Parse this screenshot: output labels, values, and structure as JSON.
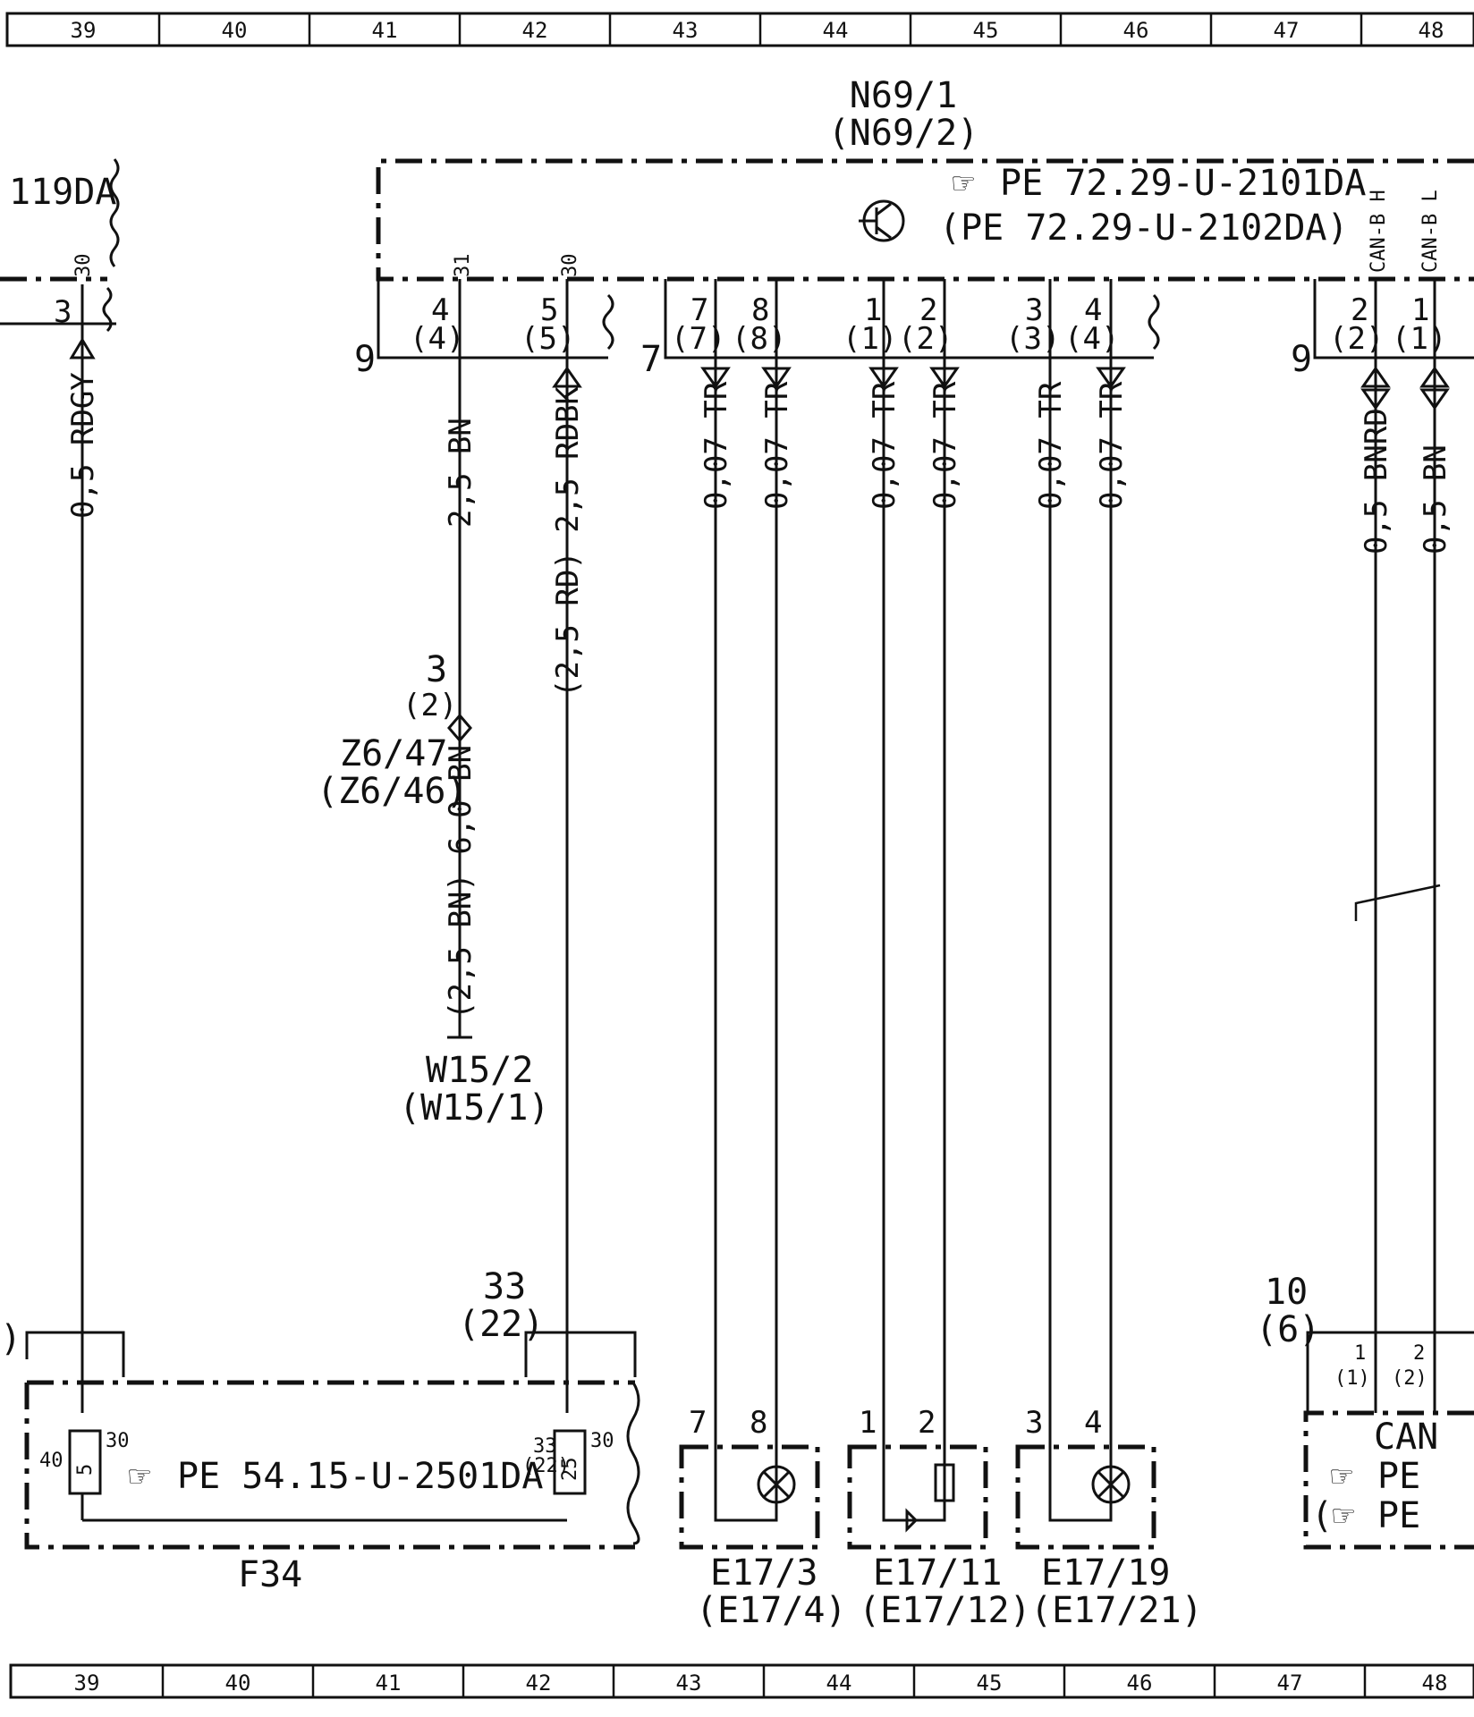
{
  "ruler_top": [
    "39",
    "40",
    "41",
    "42",
    "43",
    "44",
    "45",
    "46",
    "47",
    "48"
  ],
  "ruler_bottom": [
    "39",
    "40",
    "41",
    "42",
    "43",
    "44",
    "45",
    "46",
    "47",
    "48"
  ],
  "module": {
    "name": "N69/1",
    "alt_name": "(N69/2)",
    "ref1": "PE 72.29-U-2101DA",
    "ref2": "(PE 72.29-U-2102DA)",
    "can_h": "CAN-B H",
    "can_l": "CAN-B L"
  },
  "left_module": {
    "ref": "119DA"
  },
  "pins": {
    "p30_left": "30",
    "p3": "3",
    "p31": "31",
    "p4": "4",
    "p4b": "(4)",
    "p30": "30",
    "p5": "5",
    "p5b": "(5)",
    "c9": "9",
    "c7": "7",
    "c9b": "9",
    "p7": "7",
    "p7b": "(7)",
    "p8": "8",
    "p8b": "(8)",
    "p1": "1",
    "p1b": "(1)",
    "p2": "2",
    "p2b": "(2)",
    "p3r": "3",
    "p3rb": "(3)",
    "p4r": "4",
    "p4rb": "(4)",
    "pc2": "2",
    "pc2b": "(2)",
    "pc1": "1",
    "pc1b": "(1)"
  },
  "wires": {
    "w_left": "0,5 RDGY",
    "w_bn": "2,5 BN",
    "w_rdbk": "(2,5 RD) 2,5 RDBK",
    "w_tr": "0,07 TR",
    "w_bnrd": "0,5 BNRD",
    "w_bn2": "0,5 BN",
    "w_bn6": "(2,5 BN) 6,0 BN"
  },
  "splice": {
    "num": "3",
    "alt": "(2)",
    "name": "Z6/47",
    "alt_name": "(Z6/46)"
  },
  "ground": {
    "name": "W15/2",
    "alt_name": "(W15/1)"
  },
  "fusebox": {
    "name": "F34",
    "ref": "PE 54.15-U-2501DA",
    "fuse1": "5",
    "fuse1_in": "40",
    "fuse1_out": "30",
    "fuse2": "25",
    "fuse2_in": "33",
    "fuse2_in_b": "(22)",
    "fuse2_out": "30",
    "conn_num": "33",
    "conn_alt": "(22)"
  },
  "lamps": [
    {
      "name": "E17/3",
      "alt": "(E17/4)",
      "pin_a": "7",
      "pin_b": "8"
    },
    {
      "name": "E17/11",
      "alt": "(E17/12)",
      "pin_a": "1",
      "pin_b": "2"
    },
    {
      "name": "E17/19",
      "alt": "(E17/21)",
      "pin_a": "3",
      "pin_b": "4"
    }
  ],
  "can_module": {
    "conn_num": "10",
    "conn_alt": "(6)",
    "pin1": "1",
    "pin1b": "(1)",
    "pin2": "2",
    "pin2b": "(2)",
    "label": "CAN",
    "ref1": "PE",
    "ref2": "(PE"
  }
}
